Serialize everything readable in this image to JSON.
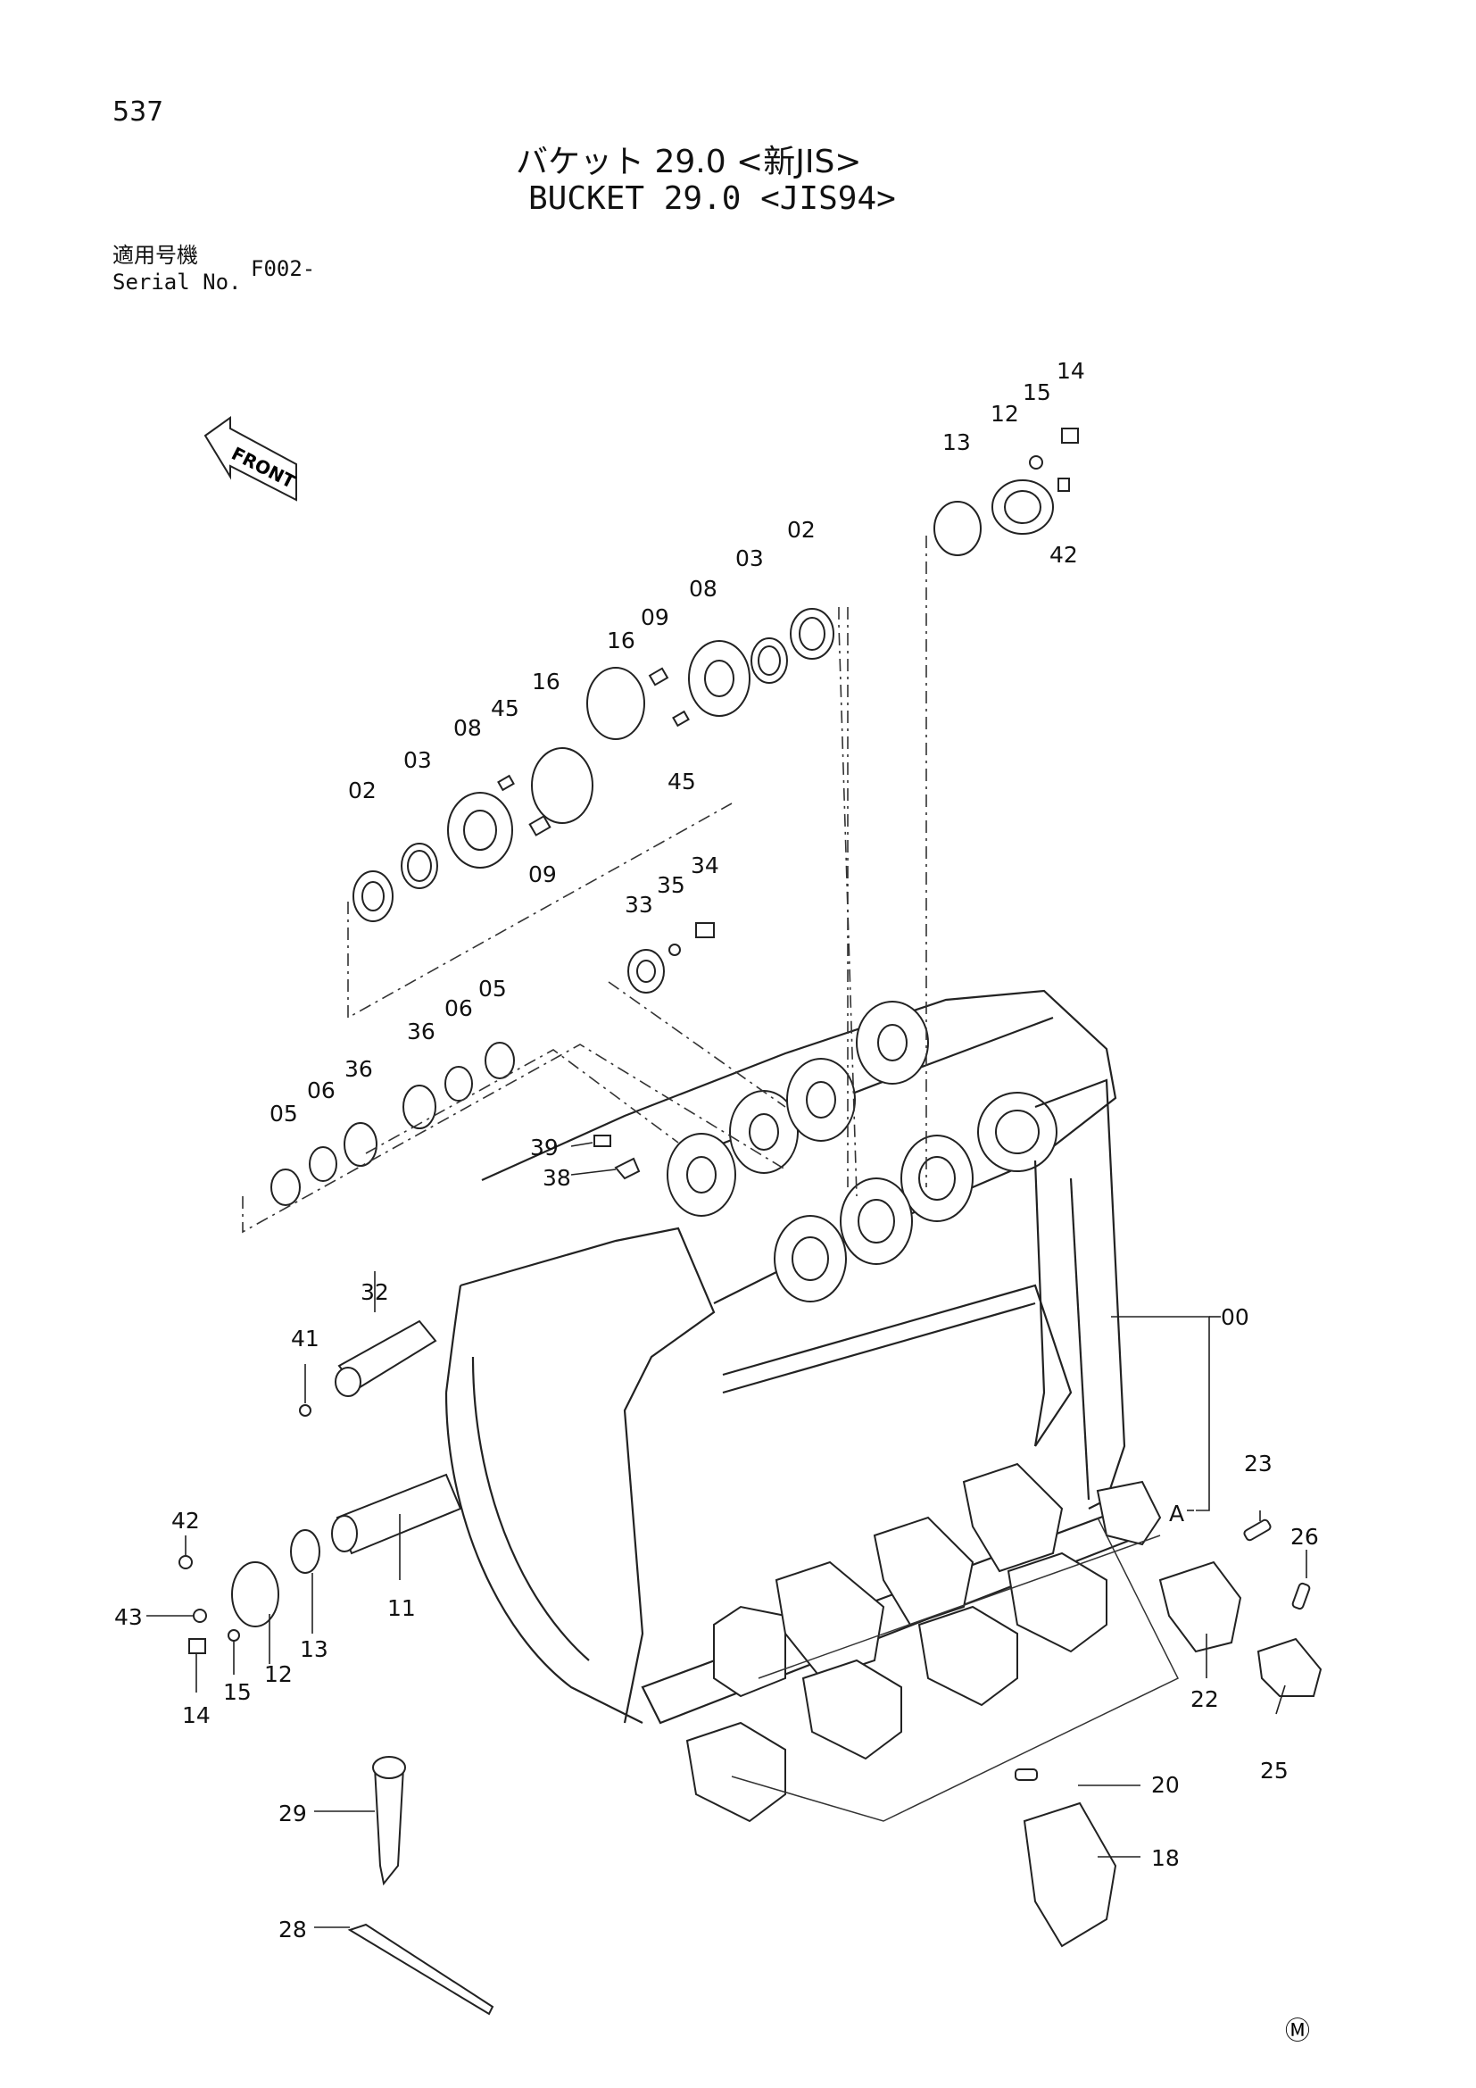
{
  "header": {
    "page_number": "537",
    "title_jp": "バケット 29.0 <新JIS>",
    "title_en": "BUCKET 29.0 <JIS94>",
    "serial_label_jp": "適用号機",
    "serial_label_en": "Serial No.",
    "serial_value": "F002-"
  },
  "front_label": "FRONT",
  "marker_label": "A",
  "footer_mark": "Ⓜ",
  "callouts": {
    "c00": "00",
    "c02a": "02",
    "c03a": "03",
    "c08a": "08",
    "c09a": "09",
    "c16a": "16",
    "c02b": "02",
    "c03b": "03",
    "c08b": "08",
    "c09b": "09",
    "c16b": "16",
    "c45a": "45",
    "c45b": "45",
    "c05a": "05",
    "c06a": "06",
    "c36a": "36",
    "c05b": "05",
    "c06b": "06",
    "c36b": "36",
    "c12a": "12",
    "c13a": "13",
    "c14a": "14",
    "c15a": "15",
    "c42a": "42",
    "c12b": "12",
    "c13b": "13",
    "c14b": "14",
    "c15b": "15",
    "c42b": "42",
    "c43": "43",
    "c33": "33",
    "c34": "34",
    "c35": "35",
    "c38": "38",
    "c39": "39",
    "c32": "32",
    "c41": "41",
    "c11": "11",
    "c18": "18",
    "c20": "20",
    "c22": "22",
    "c23": "23",
    "c25": "25",
    "c26": "26",
    "c28": "28",
    "c29": "29"
  }
}
